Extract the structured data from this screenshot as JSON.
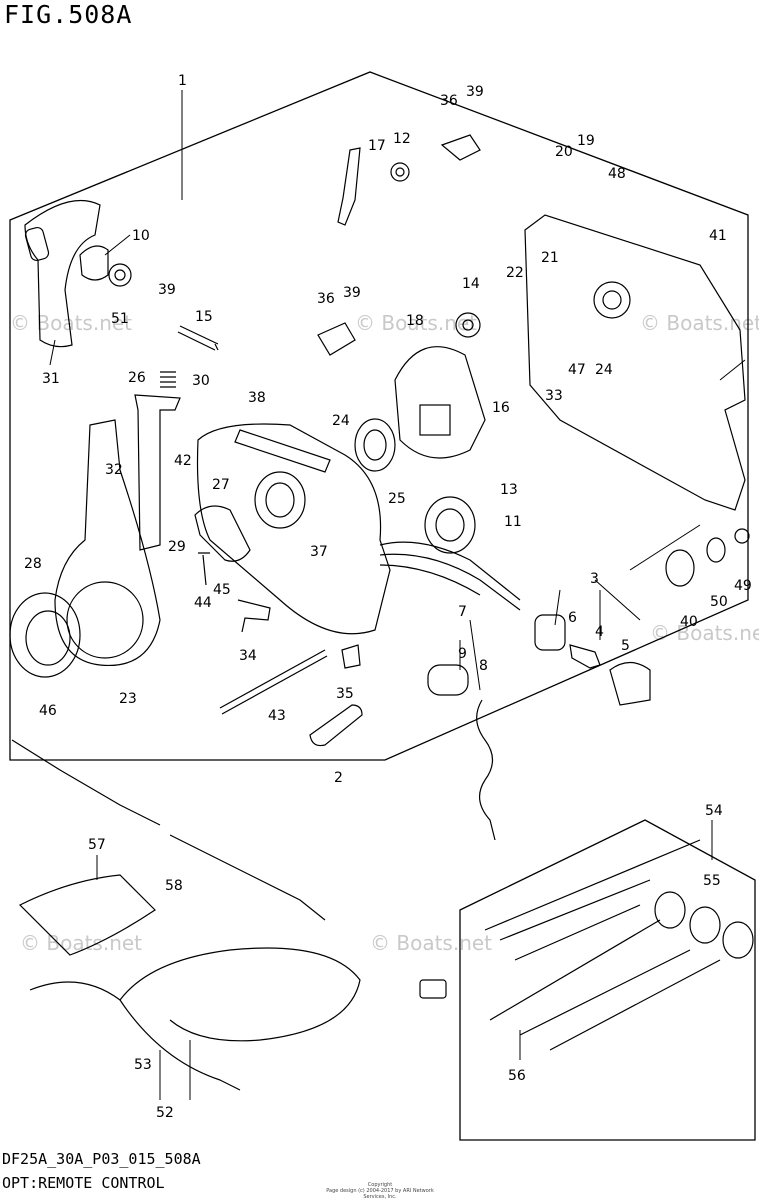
{
  "figure": {
    "title": "FIG.508A",
    "code": "DF25A_30A_P03_015_508A",
    "caption": "OPT:REMOTE CONTROL",
    "copyright_lines": [
      "Copyright",
      "Page design (c) 2004-2017 by ARI Network Services, Inc."
    ],
    "watermark": "© Boats.net"
  },
  "callouts": [
    "1",
    "2",
    "3",
    "4",
    "5",
    "6",
    "7",
    "8",
    "9",
    "10",
    "11",
    "12",
    "13",
    "14",
    "15",
    "16",
    "17",
    "18",
    "19",
    "20",
    "21",
    "22",
    "23",
    "24",
    "24",
    "25",
    "26",
    "27",
    "28",
    "29",
    "30",
    "31",
    "32",
    "33",
    "34",
    "35",
    "36",
    "36",
    "37",
    "38",
    "39",
    "39",
    "39",
    "40",
    "41",
    "42",
    "43",
    "44",
    "45",
    "46",
    "47",
    "48",
    "49",
    "50",
    "51",
    "52",
    "53",
    "54",
    "55",
    "56",
    "57",
    "58"
  ]
}
